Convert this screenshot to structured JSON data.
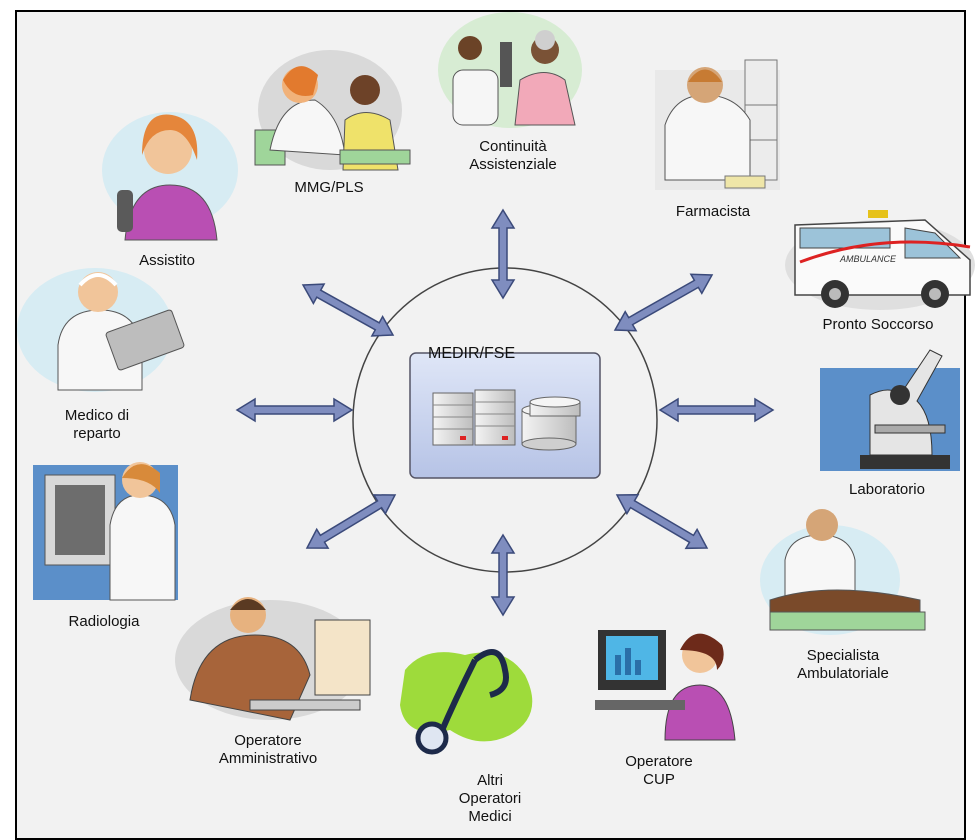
{
  "hub": {
    "title": "MEDIR/FSE"
  },
  "nodes": {
    "continuita": [
      "Continuità",
      "Assistenziale"
    ],
    "mmg": [
      "MMG/PLS"
    ],
    "farmacista": [
      "Farmacista"
    ],
    "assistito": [
      "Assistito"
    ],
    "pronto_soccorso": [
      "Pronto Soccorso"
    ],
    "medico_reparto": [
      "Medico di",
      "reparto"
    ],
    "laboratorio": [
      "Laboratorio"
    ],
    "radiologia": [
      "Radiologia"
    ],
    "specialista": [
      "Specialista",
      "Ambulatoriale"
    ],
    "operatore_amm": [
      "Operatore",
      "Amministrativo"
    ],
    "operatore_cup": [
      "Operatore",
      "CUP"
    ],
    "altri_operatori": [
      "Altri",
      "Operatori",
      "Medici"
    ]
  },
  "ambulance_text": "AMBULANCE",
  "colors": {
    "arrow": "#7f8dbf",
    "arrow_stroke": "#3b4a7a",
    "hub_box": "#c9d3ee",
    "background": "#f2f2f2"
  }
}
